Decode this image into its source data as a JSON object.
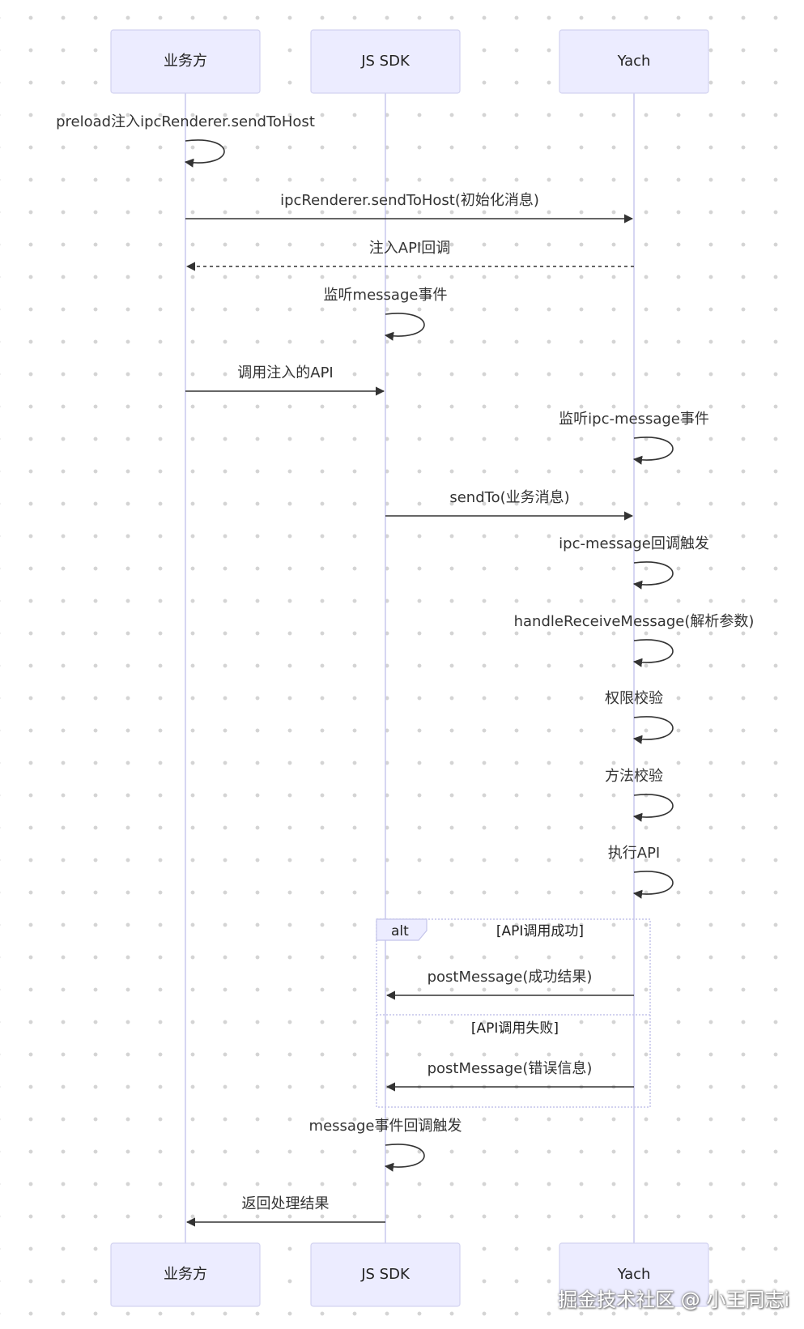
{
  "actors": [
    {
      "id": "biz",
      "name": "业务方"
    },
    {
      "id": "sdk",
      "name": "JS SDK"
    },
    {
      "id": "yach",
      "name": "Yach"
    }
  ],
  "messages": [
    {
      "from": "biz",
      "to": "biz",
      "text": "preload注入ipcRenderer.sendToHost",
      "style": "solid"
    },
    {
      "from": "biz",
      "to": "yach",
      "text": "ipcRenderer.sendToHost(初始化消息)",
      "style": "solid"
    },
    {
      "from": "yach",
      "to": "biz",
      "text": "注入API回调",
      "style": "dashed"
    },
    {
      "from": "sdk",
      "to": "sdk",
      "text": "监听message事件",
      "style": "solid"
    },
    {
      "from": "biz",
      "to": "sdk",
      "text": "调用注入的API",
      "style": "solid"
    },
    {
      "from": "yach",
      "to": "yach",
      "text": "监听ipc-message事件",
      "style": "solid"
    },
    {
      "from": "sdk",
      "to": "yach",
      "text": "sendTo(业务消息)",
      "style": "solid"
    },
    {
      "from": "yach",
      "to": "yach",
      "text": "ipc-message回调触发",
      "style": "solid"
    },
    {
      "from": "yach",
      "to": "yach",
      "text": "handleReceiveMessage(解析参数)",
      "style": "solid"
    },
    {
      "from": "yach",
      "to": "yach",
      "text": "权限校验",
      "style": "solid"
    },
    {
      "from": "yach",
      "to": "yach",
      "text": "方法校验",
      "style": "solid"
    },
    {
      "from": "yach",
      "to": "yach",
      "text": "执行API",
      "style": "solid"
    },
    {
      "from": "yach",
      "to": "sdk",
      "text": "postMessage(成功结果)",
      "style": "solid"
    },
    {
      "from": "yach",
      "to": "sdk",
      "text": "postMessage(错误信息)",
      "style": "solid"
    },
    {
      "from": "sdk",
      "to": "sdk",
      "text": "message事件回调触发",
      "style": "solid"
    },
    {
      "from": "sdk",
      "to": "biz",
      "text": "返回处理结果",
      "style": "solid"
    }
  ],
  "alt_frame": {
    "keyword": "alt",
    "sections": [
      "[API调用成功]",
      "[API调用失败]"
    ]
  },
  "watermark": "掘金技术社区 @ 小王同志i"
}
